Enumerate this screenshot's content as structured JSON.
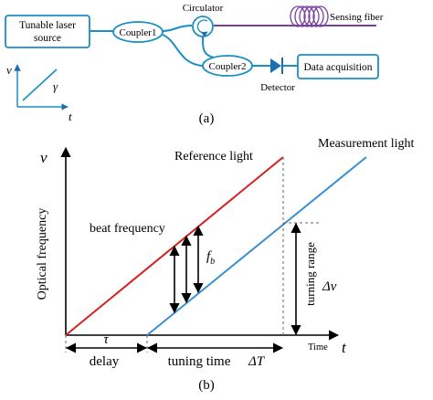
{
  "panel_a": {
    "label": "(a)",
    "blocks": {
      "laser_line1": "Tunable laser",
      "laser_line2": "source",
      "coupler1": "Coupler1",
      "coupler2": "Coupler2",
      "data_acq": "Data acquisition"
    },
    "labels": {
      "circulator": "Circulator",
      "sensing_fiber": "Sensing fiber",
      "detector": "Detector"
    },
    "inset": {
      "y_axis": "ν",
      "x_axis": "t",
      "slope": "γ"
    },
    "colors": {
      "fiber": "#1a8fc4",
      "sensing_fiber": "#7a3f9e",
      "detector": "#1a6fb0"
    }
  },
  "panel_b": {
    "label": "(b)",
    "y_axis": "ν",
    "x_axis": "t",
    "x_unit": "Time",
    "y_title": "Optical frequency",
    "reference": "Reference light",
    "measurement": "Measurement light",
    "beat": "beat frequency",
    "fb": "f",
    "fb_sub": "b",
    "tau": "τ",
    "delay": "delay",
    "tuning_time": "tuning time",
    "delta_t": "ΔT",
    "turning_range": "turning range",
    "delta_nu": "Δν",
    "colors": {
      "reference": "#d42020",
      "measurement": "#3a8fd0",
      "axes": "#000000"
    }
  }
}
